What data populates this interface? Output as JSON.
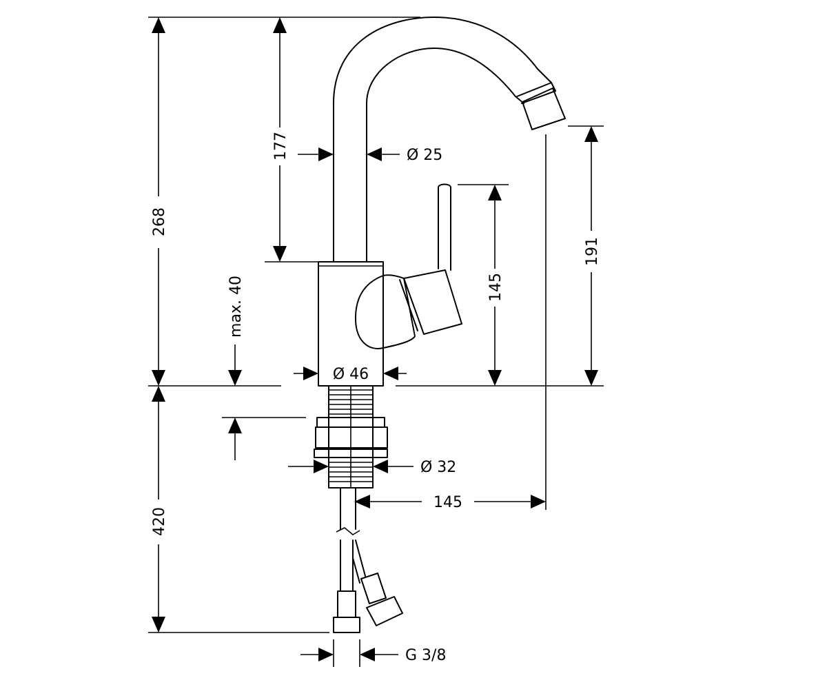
{
  "dimensions": {
    "total_height_above": "268",
    "total_height_below": "420",
    "spout_height": "177",
    "spout_diameter": "Ø 25",
    "lever_height": "145",
    "outlet_height": "191",
    "max_counter_thickness": "max. 40",
    "body_diameter": "Ø 46",
    "shank_diameter": "Ø 32",
    "spout_reach": "145",
    "connection_thread": "G 3/8"
  }
}
